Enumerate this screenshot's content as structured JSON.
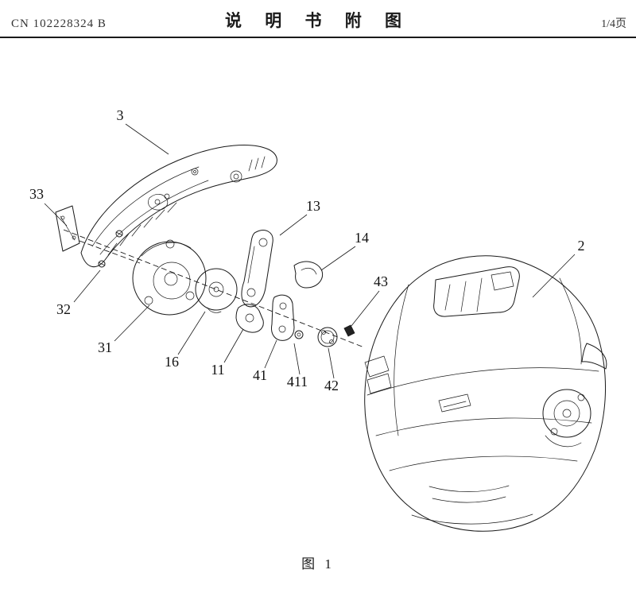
{
  "header": {
    "doc_number": "CN 102228324 B",
    "title": "说 明 书 附 图",
    "page_indicator": "1/4页"
  },
  "figure": {
    "caption": "图 1",
    "labels": [
      {
        "part": "chin-guard-shell",
        "text": "3"
      },
      {
        "part": "side-strip",
        "text": "33"
      },
      {
        "part": "screws",
        "text": "32"
      },
      {
        "part": "ratchet-plate",
        "text": "31"
      },
      {
        "part": "round-cover",
        "text": "16"
      },
      {
        "part": "link-plate",
        "text": "11"
      },
      {
        "part": "latch-piece",
        "text": "41"
      },
      {
        "part": "washer",
        "text": "411"
      },
      {
        "part": "small-disc",
        "text": "42"
      },
      {
        "part": "pin",
        "text": "43"
      },
      {
        "part": "bracket",
        "text": "13"
      },
      {
        "part": "spring-clip",
        "text": "14"
      },
      {
        "part": "helmet-shell",
        "text": "2"
      }
    ]
  },
  "colors": {
    "ink": "#1a1a1a",
    "paper": "#ffffff"
  }
}
